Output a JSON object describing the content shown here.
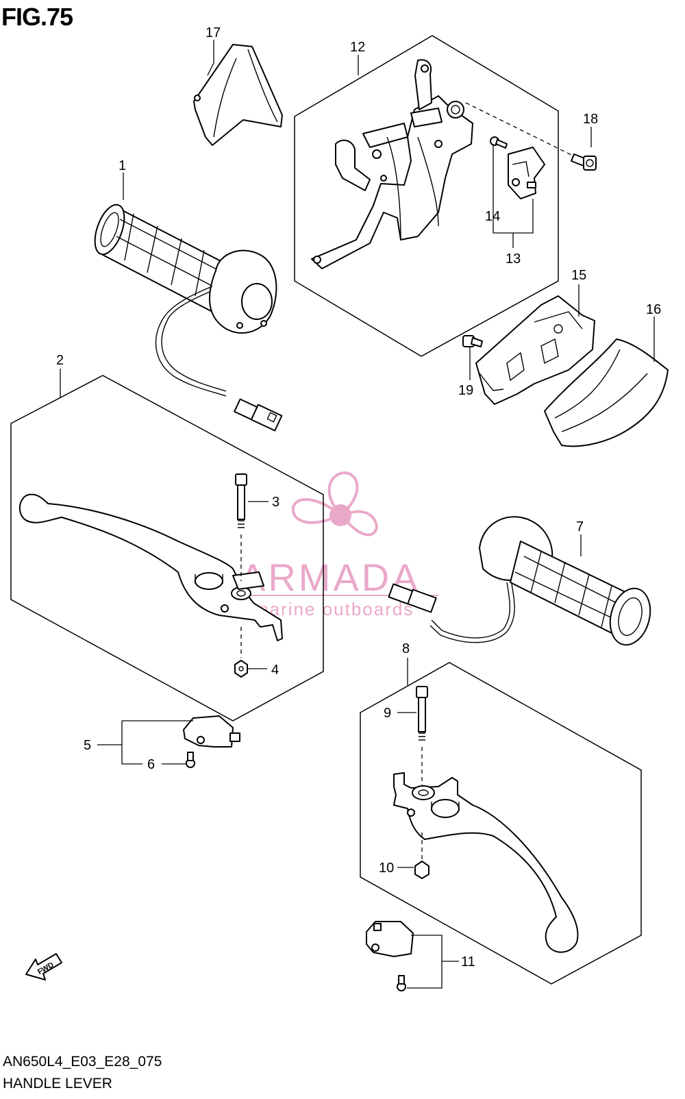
{
  "figure": {
    "title": "FIG.75"
  },
  "footer": {
    "code": "AN650L4_E03_E28_075",
    "caption": "HANDLE LEVER"
  },
  "watermark": {
    "brand": "ARMADA",
    "tagline": "marine outboards",
    "color": "#e79ac0"
  },
  "arrow": {
    "label": "FWD"
  },
  "callouts": {
    "c1": "1",
    "c2": "2",
    "c3": "3",
    "c4": "4",
    "c5": "5",
    "c6": "6",
    "c7": "7",
    "c8": "8",
    "c9": "9",
    "c10": "10",
    "c11": "11",
    "c12": "12",
    "c13": "13",
    "c14": "14",
    "c15": "15",
    "c16": "16",
    "c17": "17",
    "c18": "18",
    "c19": "19"
  }
}
